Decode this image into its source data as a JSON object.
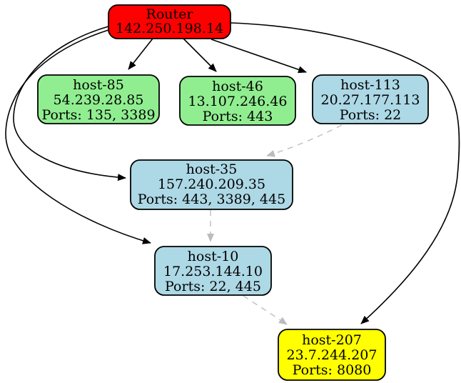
{
  "diagram_type": "network-topology-graph",
  "colors": {
    "background": "#ffffff",
    "node_border": "#000000",
    "router_fill": "#ff0000",
    "green_fill": "#90ee90",
    "blue_fill": "#add8e6",
    "yellow_fill": "#ffff00",
    "edge_solid": "#000000",
    "edge_dashed": "#c6c6c6",
    "edge_dashed_arrow": "#bcbcbc"
  },
  "nodes": [
    {
      "id": "router",
      "label": "Router",
      "ip": "142.250.198.14",
      "fill": "#ff0000"
    },
    {
      "id": "host-85",
      "label": "host-85",
      "ip": "54.239.28.85",
      "ports": "Ports: 135, 3389",
      "fill": "#90ee90"
    },
    {
      "id": "host-46",
      "label": "host-46",
      "ip": "13.107.246.46",
      "ports": "Ports: 443",
      "fill": "#90ee90"
    },
    {
      "id": "host-113",
      "label": "host-113",
      "ip": "20.27.177.113",
      "ports": "Ports: 22",
      "fill": "#add8e6"
    },
    {
      "id": "host-35",
      "label": "host-35",
      "ip": "157.240.209.35",
      "ports": "Ports: 443, 3389, 445",
      "fill": "#add8e6"
    },
    {
      "id": "host-10",
      "label": "host-10",
      "ip": "17.253.144.10",
      "ports": "Ports: 22, 445",
      "fill": "#add8e6"
    },
    {
      "id": "host-207",
      "label": "host-207",
      "ip": "23.7.244.207",
      "ports": "Ports: 8080",
      "fill": "#ffff00"
    }
  ],
  "edges": [
    {
      "from": "Router",
      "to": "host-85",
      "style": "solid"
    },
    {
      "from": "Router",
      "to": "host-46",
      "style": "solid"
    },
    {
      "from": "Router",
      "to": "host-113",
      "style": "solid"
    },
    {
      "from": "Router",
      "to": "host-35",
      "style": "solid"
    },
    {
      "from": "Router",
      "to": "host-10",
      "style": "solid"
    },
    {
      "from": "Router",
      "to": "host-207",
      "style": "solid"
    },
    {
      "from": "host-113",
      "to": "host-35",
      "style": "dashed"
    },
    {
      "from": "host-35",
      "to": "host-10",
      "style": "dashed"
    },
    {
      "from": "host-10",
      "to": "host-207",
      "style": "dashed"
    }
  ]
}
